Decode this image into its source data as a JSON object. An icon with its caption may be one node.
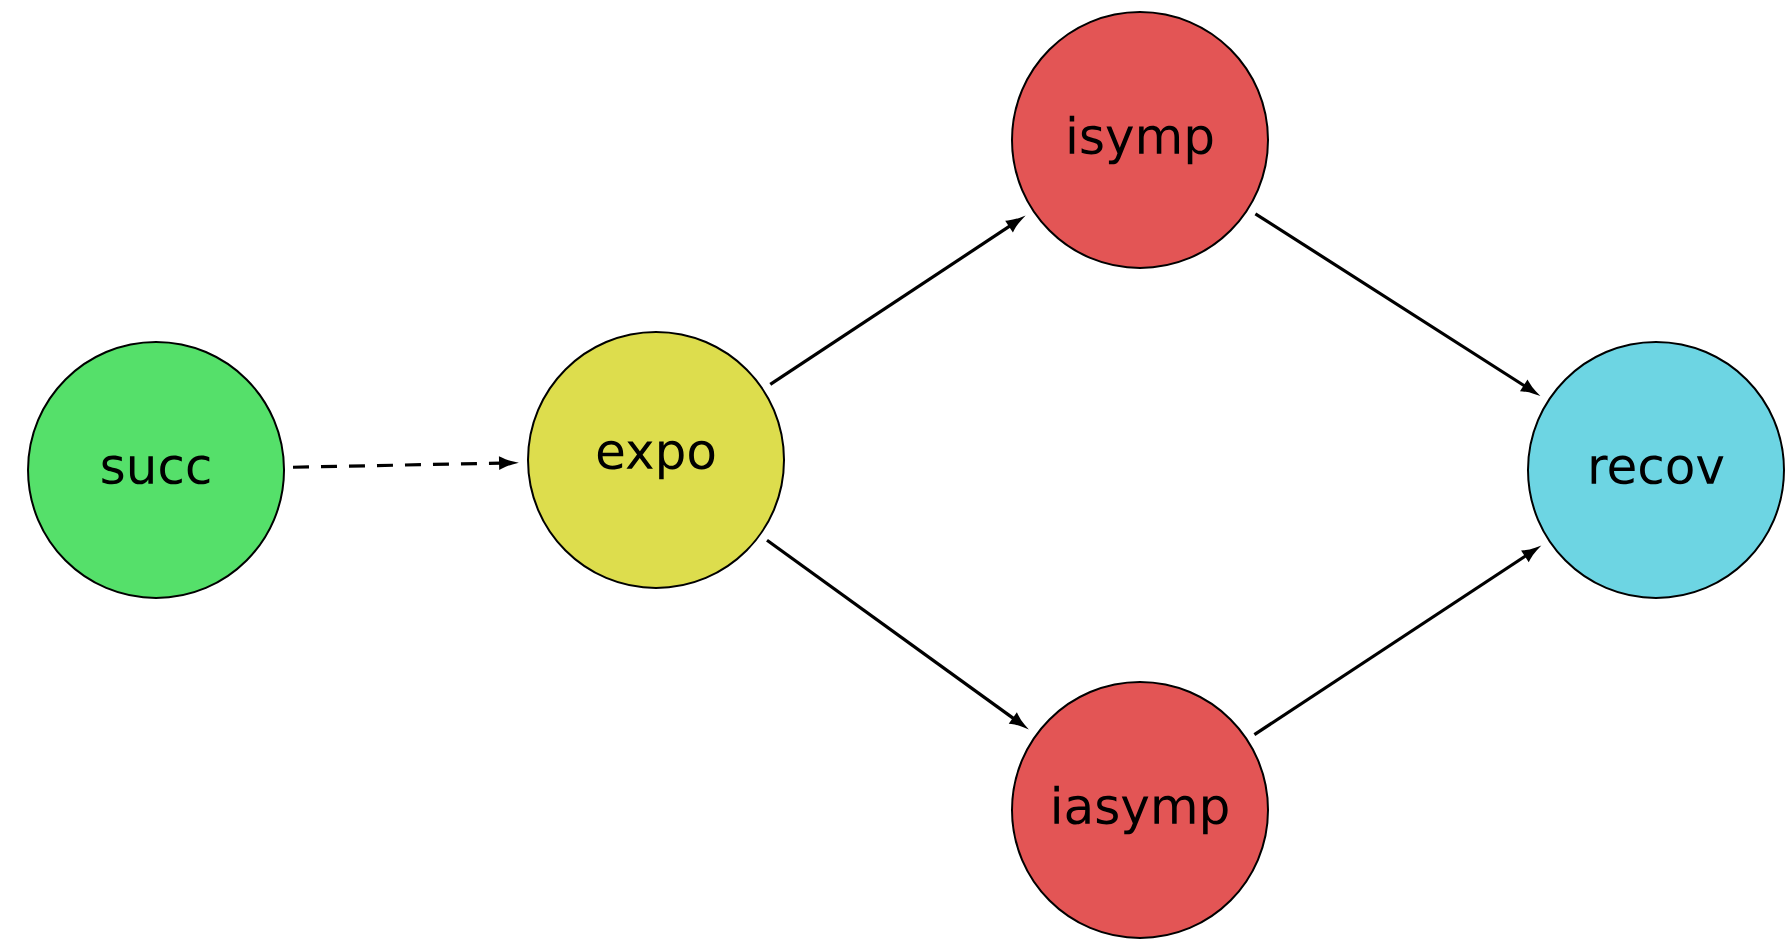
{
  "diagram": {
    "nodes": [
      {
        "text": [
          "succ"
        ]
      },
      {
        "text": [
          "expo"
        ]
      },
      {
        "text": [
          "isymp"
        ]
      },
      {
        "text": [
          "iasymp"
        ]
      },
      {
        "text": [
          "recov"
        ]
      }
    ],
    "edges": [
      {
        "from": 0,
        "to": 1,
        "arrow": "to",
        "style": "dashed"
      },
      {
        "from": 1,
        "to": 2,
        "arrow": "to"
      },
      {
        "from": 1,
        "to": 3,
        "arrow": "to"
      },
      {
        "from": 2,
        "to": 4,
        "arrow": "to"
      },
      {
        "from": 3,
        "to": 4,
        "arrow": "to"
      }
    ]
  }
}
